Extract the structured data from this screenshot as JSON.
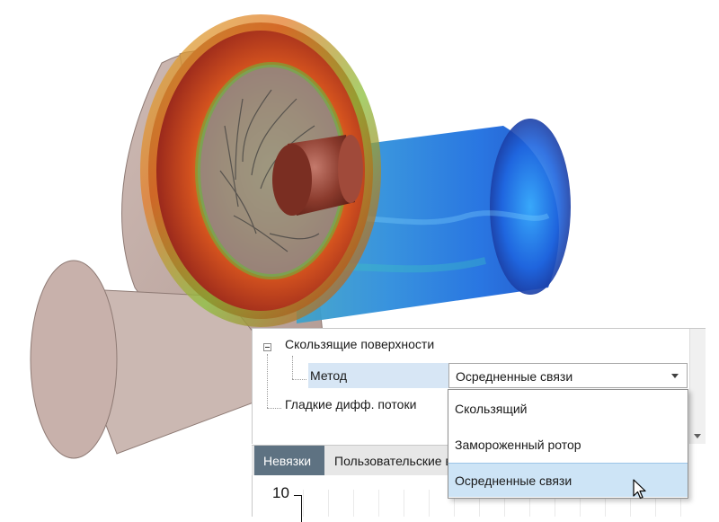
{
  "property_tree": {
    "sliding_surfaces_label": "Скользящие поверхности",
    "method_label": "Метод",
    "method_value": "Осредненные связи",
    "smooth_flows_label": "Гладкие дифф. потоки"
  },
  "method_dropdown": {
    "options": [
      "Скользящий",
      "Замороженный ротор",
      "Осредненные связи"
    ],
    "selected_index": 2
  },
  "bottom_tabs": {
    "residuals": "Невязки",
    "user_defined": "Пользовательские в"
  },
  "plot": {
    "y_tick_top": "10"
  },
  "colors": {
    "tab_active": "#5e7282",
    "selection_highlight": "#cde4f6",
    "method_row_highlight": "#d7e6f5"
  }
}
